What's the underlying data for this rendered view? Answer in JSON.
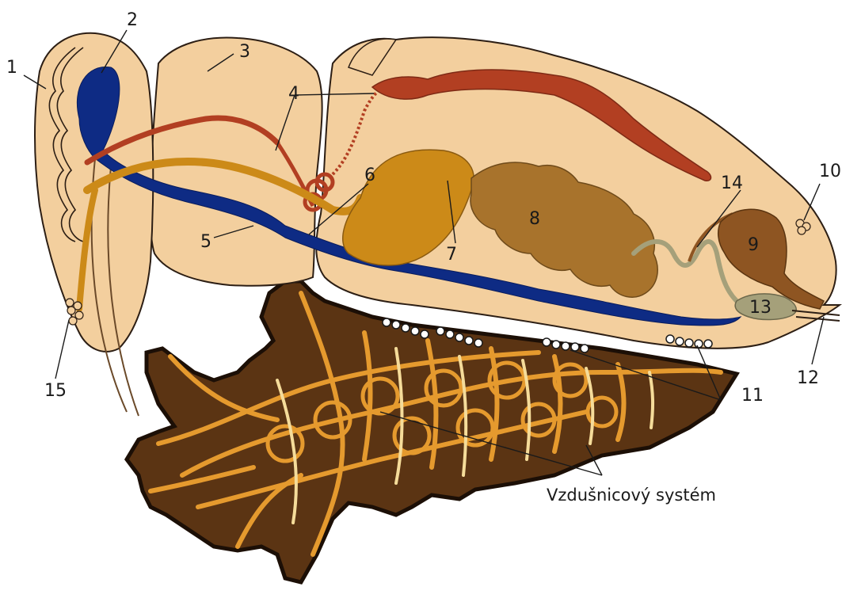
{
  "labels": {
    "l1": "1",
    "l2": "2",
    "l3": "3",
    "l4": "4",
    "l5": "5",
    "l6": "6",
    "l7": "7",
    "l8": "8",
    "l9": "9",
    "l10": "10",
    "l11": "11",
    "l12": "12",
    "l13": "13",
    "l14": "14",
    "l15": "15"
  },
  "caption": "Vzdušnicový systém",
  "colors": {
    "body": "#f3cf9e",
    "body_outline": "#2c1e14",
    "nerve": "#0e2b84",
    "gland": "#cc8a18",
    "muscle": "#b23f22",
    "intestine": "#a8732c",
    "trachea_dark": "#5b3413",
    "trachea_line": "#e59a2e",
    "trachea_light": "#f5dc9a",
    "organ9": "#8e5522",
    "organ13": "#a5a07a"
  }
}
